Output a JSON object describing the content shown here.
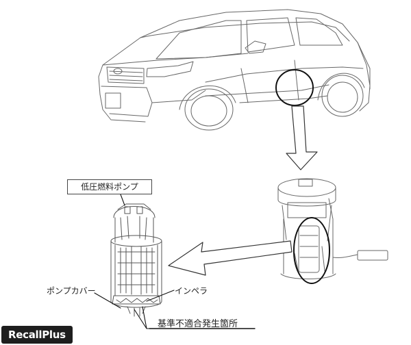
{
  "labels": {
    "low_pressure_fuel_pump": "低圧燃料ポンプ",
    "pump_cover": "ポンプカバー",
    "impeller": "インペラ",
    "nonconformity_location": "基準不適合発生箇所"
  },
  "watermark": "RecallPlus",
  "colors": {
    "line": "#333333",
    "watermark_bg": "#1e1e1e",
    "watermark_text": "#ffffff"
  }
}
